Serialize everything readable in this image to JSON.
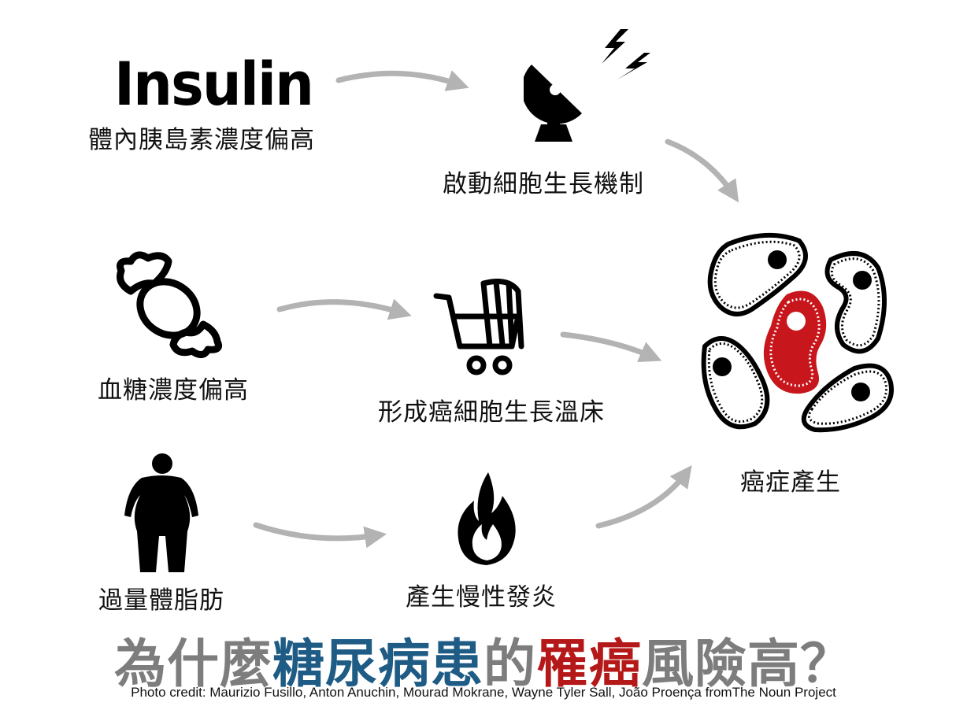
{
  "colors": {
    "arrow": "#b3b3b3",
    "icon": "#000000",
    "title_gray": "#7d7d7d",
    "title_blue": "#1e5b85",
    "title_red": "#b51818",
    "cancer_red": "#c8161d"
  },
  "nodes": {
    "insulin_heading": "Insulin",
    "insulin_label": "體內胰島素濃度偏高",
    "growth_label": "啟動細胞生長機制",
    "sugar_label": "血糖濃度偏高",
    "incubator_label": "形成癌細胞生長溫床",
    "fat_label": "過量體脂肪",
    "inflammation_label": "產生慢性發炎",
    "cancer_label": "癌症產生"
  },
  "icons": {
    "satellite": "satellite-dish-icon",
    "lightning": "lightning-icon",
    "candy": "candy-icon",
    "stroller": "stroller-icon",
    "person": "overweight-person-icon",
    "fire": "fire-icon",
    "cells": "cancer-cells-icon"
  },
  "title": {
    "part1": "為什麼",
    "part2": "糖尿病患",
    "part3": "的",
    "part4": "罹癌",
    "part5": "風險高？"
  },
  "credit": "Photo credit: Maurizio Fusillo, Anton Anuchin, Mourad Mokrane, Wayne Tyler Sall, João Proença fromThe Noun Project"
}
